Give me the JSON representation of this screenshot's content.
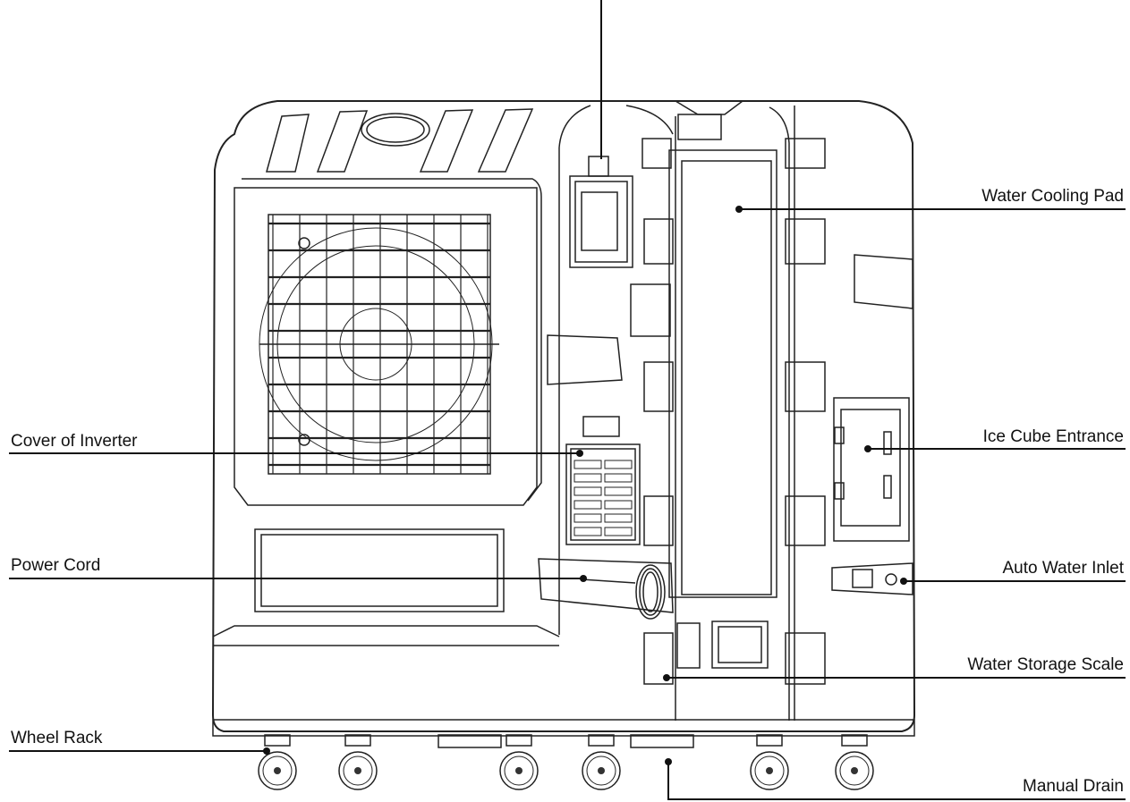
{
  "colors": {
    "line": "#111111",
    "background": "#ffffff"
  },
  "labels": {
    "water_cooling_pad": "Water Cooling Pad",
    "cover_of_inverter": "Cover of Inverter",
    "ice_cube_entrance": "Ice Cube Entrance",
    "power_cord": "Power Cord",
    "auto_water_inlet": "Auto Water Inlet",
    "water_storage_scale": "Water Storage Scale",
    "wheel_rack": "Wheel Rack",
    "manual_drain": "Manual Drain"
  }
}
